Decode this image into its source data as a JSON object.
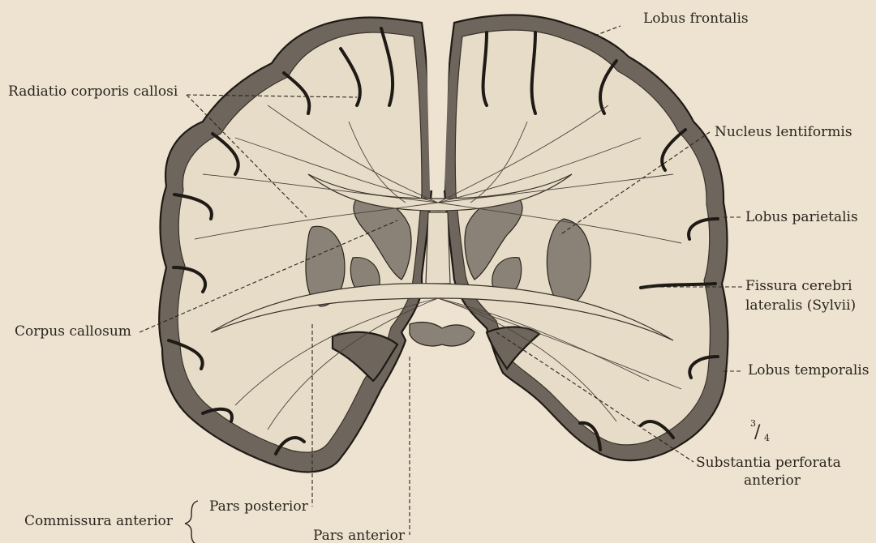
{
  "labels": {
    "lobus_frontalis": "Lobus frontalis",
    "radiatio": "Radiatio corporis callosi",
    "nucleus": "Nucleus lentiformis",
    "lobus_parietalis": "Lobus parietalis",
    "fissura_1": "Fissura cerebri",
    "fissura_2": "lateralis (Sylvii)",
    "corpus_callosum": "Corpus callosum",
    "lobus_temporalis": "Lobus temporalis",
    "scale_num": "3",
    "scale_den": "4",
    "substantia_1": "Substantia perforata",
    "substantia_2": "anterior",
    "commissura": "Commissura anterior",
    "pars_posterior": "Pars posterior",
    "pars_anterior": "Pars anterior"
  },
  "colors": {
    "paper": "#ede3d0",
    "cortex": "#6e665c",
    "white_matter": "#e6dcc8",
    "ink": "#2a241d"
  }
}
